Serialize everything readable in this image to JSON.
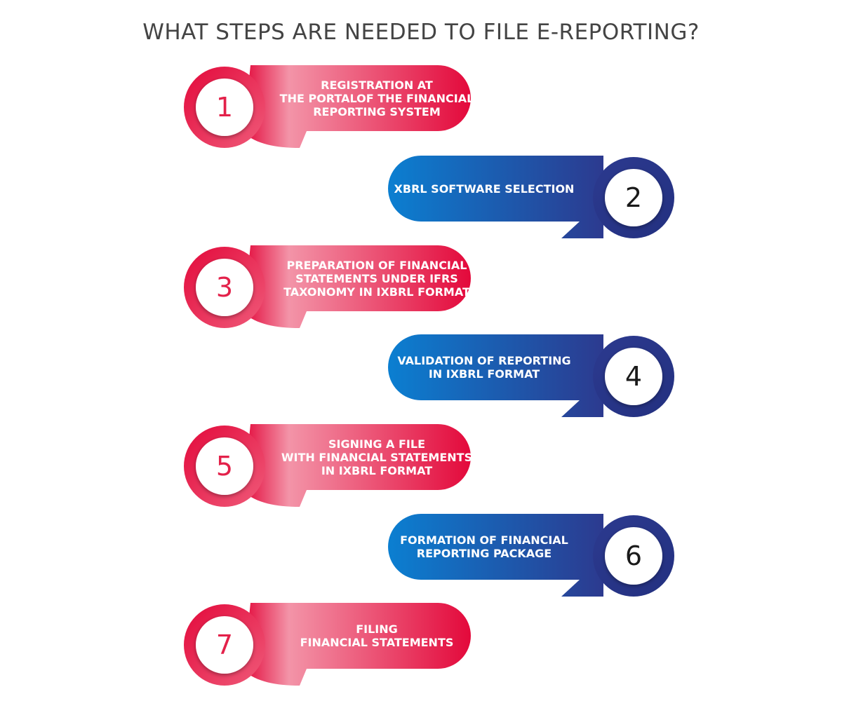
{
  "title": "WHAT STEPS ARE NEEDED TO FILE E-REPORTING?",
  "colors": {
    "red_dark": "#e3093b",
    "red_light": "#f394a8",
    "blue_light": "#0b7fd1",
    "blue_dark": "#2c3a8f"
  },
  "steps": [
    {
      "number": "1",
      "lines": [
        "REGISTRATION AT",
        "THE PORTALOF THE FINANCIAL",
        "REPORTING SYSTEM"
      ]
    },
    {
      "number": "2",
      "lines": [
        "XBRL SOFTWARE SELECTION"
      ]
    },
    {
      "number": "3",
      "lines": [
        "PREPARATION OF FINANCIAL",
        "STATEMENTS UNDER IFRS",
        "TAXONOMY IN IXBRL FORMAT"
      ]
    },
    {
      "number": "4",
      "lines": [
        "VALIDATION OF REPORTING",
        "IN IXBRL FORMAT"
      ]
    },
    {
      "number": "5",
      "lines": [
        "SIGNING A FILE",
        "WITH FINANCIAL STATEMENTS",
        "IN IXBRL FORMAT"
      ]
    },
    {
      "number": "6",
      "lines": [
        "FORMATION OF FINANCIAL",
        "REPORTING PACKAGE"
      ]
    },
    {
      "number": "7",
      "lines": [
        "FILING",
        "FINANCIAL STATEMENTS"
      ]
    }
  ]
}
